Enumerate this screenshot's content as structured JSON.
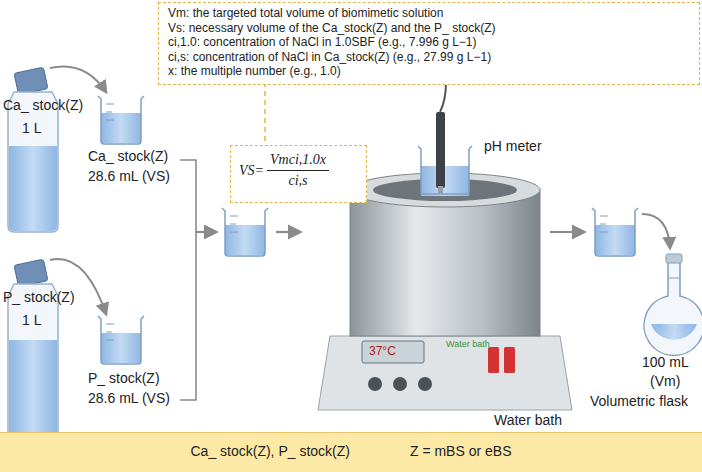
{
  "diagram": {
    "nodes": [
      {
        "text": [
          "Vm: the targeted total volume of biomimetic solution",
          "Vs: necessary volume of the Ca_stock(Z) and the P_ stock(Z)",
          "ci,1.0: concentration of NaCl in 1.0SBF (e.g., 7.996 g L−1)",
          "ci,s: concentration of NaCl in Ca_stock(Z) (e.g., 27.99 g L−1)",
          "x: the multiple number (e.g., 1.0)"
        ]
      },
      {
        "text": [
          "VS=",
          "Vmci,1.0x",
          "ci,s"
        ]
      },
      {
        "text": [
          "Ca_ stock(Z), P_ stock(Z)",
          "Z = mBS or eBS"
        ]
      }
    ],
    "labels": [
      "Ca_ stock(Z)",
      "1 L",
      "Ca_ stock(Z)",
      "28.6 mL (VS)",
      "P_ stock(Z)",
      "1 L",
      "P_ stock(Z)",
      "28.6 mL (VS)",
      "pH meter",
      "37°C",
      "Water bath",
      "Water bath",
      "100 mL",
      "(Vm)",
      "Volumetric flask"
    ]
  }
}
